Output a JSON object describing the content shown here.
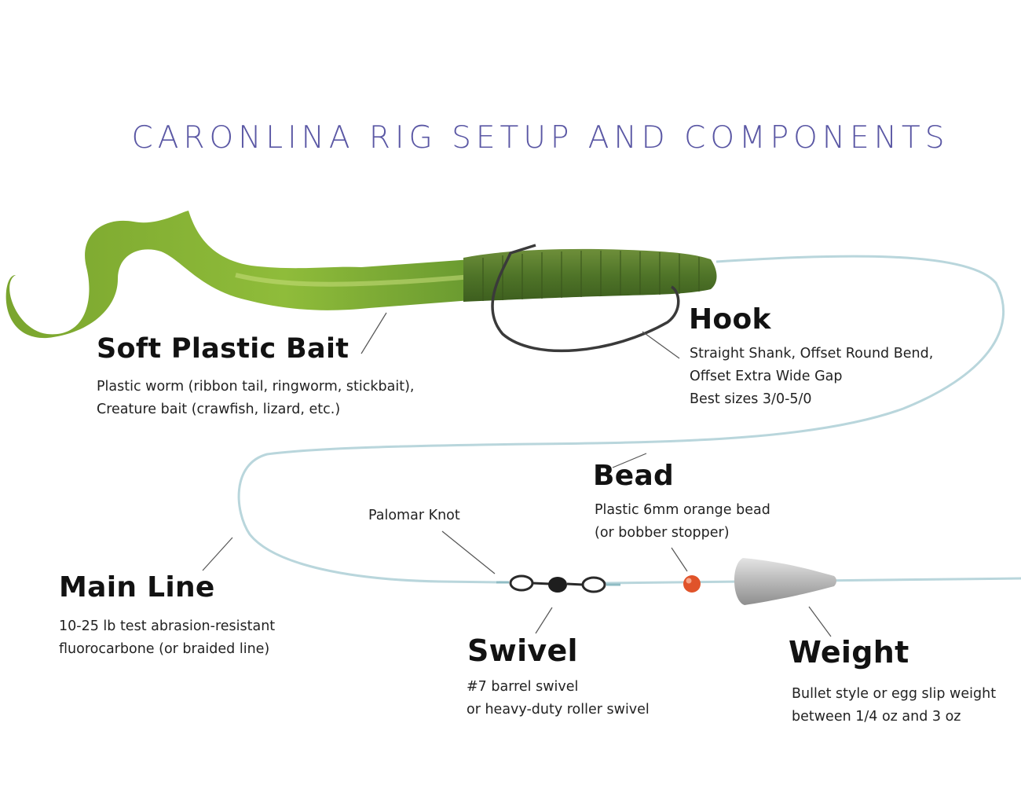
{
  "title": "CARONLINA RIG SETUP AND COMPONENTS",
  "colors": {
    "title": "#5a57a4",
    "bait": "#6f9a2c",
    "line": "#b9d6dc",
    "bead": "#e0532a",
    "weight": "#b7b7b7",
    "text": "#121212"
  },
  "components": {
    "soft_plastic_bait": {
      "heading": "Soft Plastic Bait",
      "lines": [
        "Plastic worm (ribbon tail, ringworm, stickbait),",
        "Creature bait (crawfish, lizard, etc.)"
      ]
    },
    "hook": {
      "heading": "Hook",
      "lines": [
        "Straight Shank, Offset Round Bend,",
        "Offset Extra Wide Gap",
        "Best sizes 3/0-5/0"
      ]
    },
    "bead": {
      "heading": "Bead",
      "lines": [
        "Plastic 6mm orange bead",
        "(or bobber stopper)"
      ]
    },
    "main_line": {
      "heading": "Main Line",
      "lines": [
        "10-25 lb test abrasion-resistant",
        "fluorocarbone (or braided line)"
      ]
    },
    "swivel": {
      "heading": "Swivel",
      "lines": [
        "#7 barrel swivel",
        "or heavy-duty roller swivel"
      ]
    },
    "weight": {
      "heading": "Weight",
      "lines": [
        "Bullet style or egg slip weight",
        "between 1/4 oz and 3 oz"
      ]
    },
    "palomar_knot": {
      "label": "Palomar Knot"
    }
  }
}
